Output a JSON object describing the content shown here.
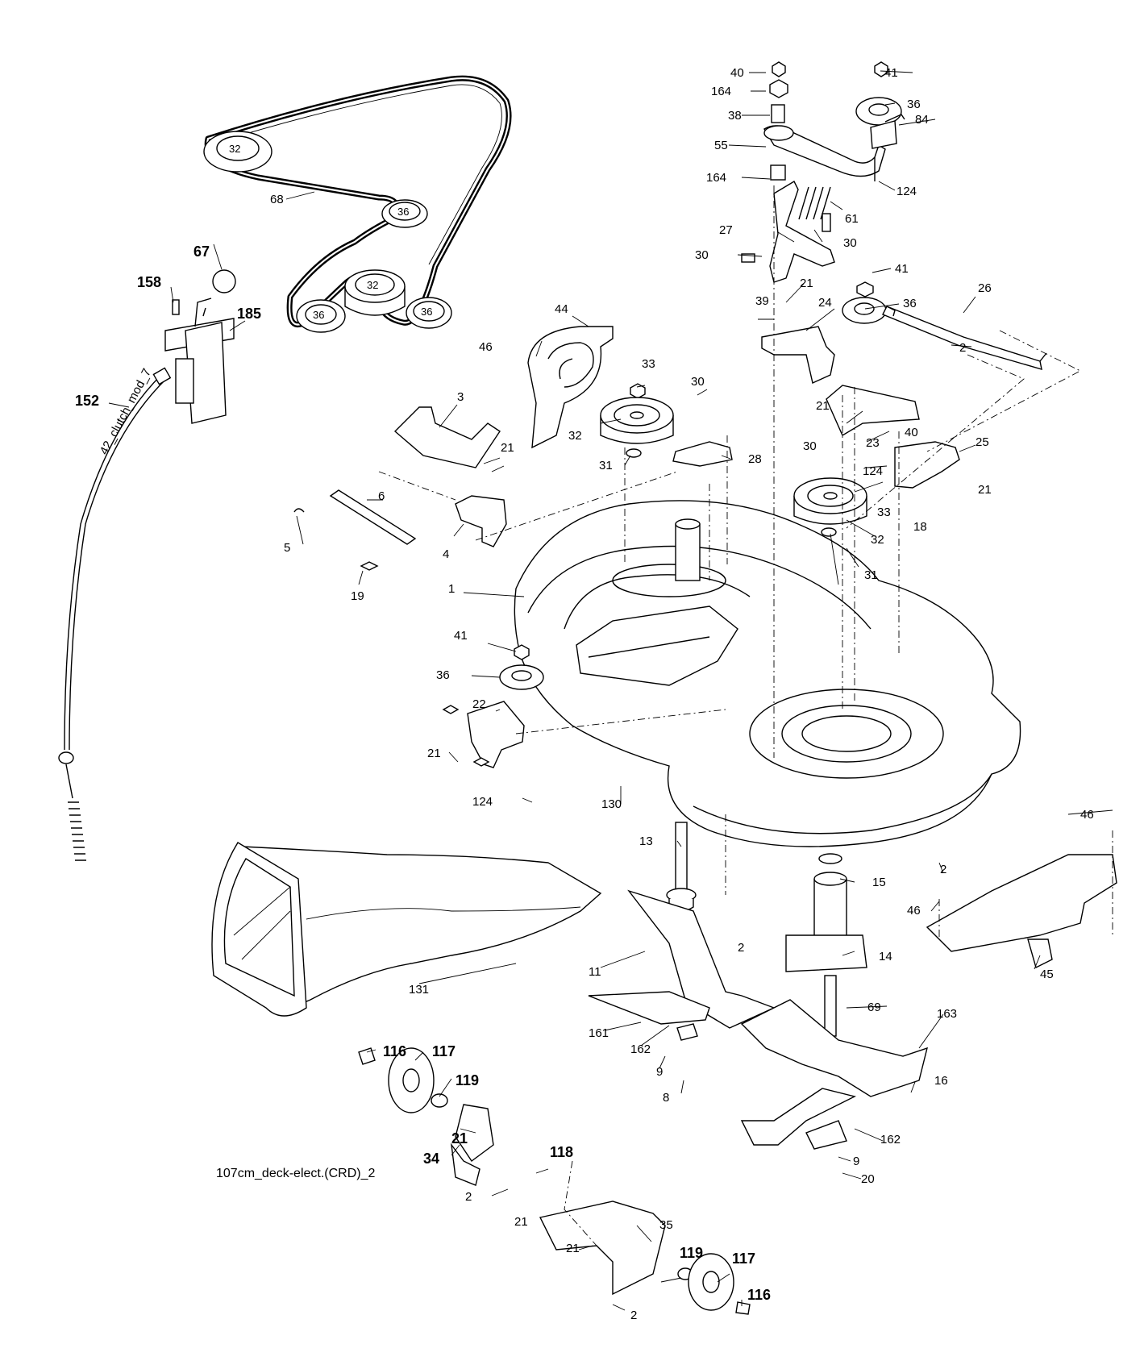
{
  "diagram": {
    "drawing_code": "107cm_deck-elect.(CRD)_2",
    "cable_code": "42_clutch_mod_7",
    "belt_pulley_labels": [
      "32",
      "36",
      "32",
      "36",
      "36"
    ],
    "callouts": [
      {
        "id": "c40a",
        "text": "40",
        "bold": false
      },
      {
        "id": "c41a",
        "text": "41",
        "bold": false
      },
      {
        "id": "c164a",
        "text": "164",
        "bold": false
      },
      {
        "id": "c36a",
        "text": "36",
        "bold": false
      },
      {
        "id": "c38",
        "text": "38",
        "bold": false
      },
      {
        "id": "c84",
        "text": "84",
        "bold": false
      },
      {
        "id": "c55",
        "text": "55",
        "bold": false
      },
      {
        "id": "c164b",
        "text": "164",
        "bold": false
      },
      {
        "id": "c124a",
        "text": "124",
        "bold": false
      },
      {
        "id": "c61",
        "text": "61",
        "bold": false
      },
      {
        "id": "c27",
        "text": "27",
        "bold": false
      },
      {
        "id": "c30a",
        "text": "30",
        "bold": false
      },
      {
        "id": "c30b",
        "text": "30",
        "bold": false
      },
      {
        "id": "c41b",
        "text": "41",
        "bold": false
      },
      {
        "id": "c21a",
        "text": "21",
        "bold": false
      },
      {
        "id": "c39",
        "text": "39",
        "bold": false
      },
      {
        "id": "c24",
        "text": "24",
        "bold": false
      },
      {
        "id": "c36b",
        "text": "36",
        "bold": false
      },
      {
        "id": "c26",
        "text": "26",
        "bold": false
      },
      {
        "id": "c2a",
        "text": "2",
        "bold": false
      },
      {
        "id": "c68",
        "text": "68",
        "bold": false
      },
      {
        "id": "c67",
        "text": "67",
        "bold": true
      },
      {
        "id": "c158",
        "text": "158",
        "bold": true
      },
      {
        "id": "c185",
        "text": "185",
        "bold": true
      },
      {
        "id": "c152",
        "text": "152",
        "bold": true
      },
      {
        "id": "c44",
        "text": "44",
        "bold": false
      },
      {
        "id": "c46a",
        "text": "46",
        "bold": false
      },
      {
        "id": "c33a",
        "text": "33",
        "bold": false
      },
      {
        "id": "c30c",
        "text": "30",
        "bold": false
      },
      {
        "id": "c32a",
        "text": "32",
        "bold": false
      },
      {
        "id": "c31a",
        "text": "31",
        "bold": false
      },
      {
        "id": "c28",
        "text": "28",
        "bold": false
      },
      {
        "id": "c3",
        "text": "3",
        "bold": false
      },
      {
        "id": "c21b",
        "text": "21",
        "bold": false
      },
      {
        "id": "c21c",
        "text": "21",
        "bold": false
      },
      {
        "id": "c23",
        "text": "23",
        "bold": false
      },
      {
        "id": "c40b",
        "text": "40",
        "bold": false
      },
      {
        "id": "c25",
        "text": "25",
        "bold": false
      },
      {
        "id": "c30d",
        "text": "30",
        "bold": false
      },
      {
        "id": "c124b",
        "text": "124",
        "bold": false
      },
      {
        "id": "c21d",
        "text": "21",
        "bold": false
      },
      {
        "id": "c33b",
        "text": "33",
        "bold": false
      },
      {
        "id": "c32b",
        "text": "32",
        "bold": false
      },
      {
        "id": "c18",
        "text": "18",
        "bold": false
      },
      {
        "id": "c31b",
        "text": "31",
        "bold": false
      },
      {
        "id": "c6",
        "text": "6",
        "bold": false
      },
      {
        "id": "c5",
        "text": "5",
        "bold": false
      },
      {
        "id": "c4",
        "text": "4",
        "bold": false
      },
      {
        "id": "c19",
        "text": "19",
        "bold": false
      },
      {
        "id": "c1",
        "text": "1",
        "bold": false
      },
      {
        "id": "c41c",
        "text": "41",
        "bold": false
      },
      {
        "id": "c36c",
        "text": "36",
        "bold": false
      },
      {
        "id": "c22",
        "text": "22",
        "bold": false
      },
      {
        "id": "c21e",
        "text": "21",
        "bold": false
      },
      {
        "id": "c124c",
        "text": "124",
        "bold": false
      },
      {
        "id": "c130",
        "text": "130",
        "bold": false
      },
      {
        "id": "c13",
        "text": "13",
        "bold": false
      },
      {
        "id": "c15",
        "text": "15",
        "bold": false
      },
      {
        "id": "c2b",
        "text": "2",
        "bold": false
      },
      {
        "id": "c46b",
        "text": "46",
        "bold": false
      },
      {
        "id": "c46c",
        "text": "46",
        "bold": false
      },
      {
        "id": "c2c",
        "text": "2",
        "bold": false
      },
      {
        "id": "c14",
        "text": "14",
        "bold": false
      },
      {
        "id": "c45",
        "text": "45",
        "bold": false
      },
      {
        "id": "c11",
        "text": "11",
        "bold": false
      },
      {
        "id": "c131",
        "text": "131",
        "bold": false
      },
      {
        "id": "c69",
        "text": "69",
        "bold": false
      },
      {
        "id": "c163",
        "text": "163",
        "bold": false
      },
      {
        "id": "c161",
        "text": "161",
        "bold": false
      },
      {
        "id": "c162a",
        "text": "162",
        "bold": false
      },
      {
        "id": "c9a",
        "text": "9",
        "bold": false
      },
      {
        "id": "c8",
        "text": "8",
        "bold": false
      },
      {
        "id": "c16",
        "text": "16",
        "bold": false
      },
      {
        "id": "c162b",
        "text": "162",
        "bold": false
      },
      {
        "id": "c9b",
        "text": "9",
        "bold": false
      },
      {
        "id": "c20",
        "text": "20",
        "bold": false
      },
      {
        "id": "c116a",
        "text": "116",
        "bold": true
      },
      {
        "id": "c117a",
        "text": "117",
        "bold": true
      },
      {
        "id": "c119a",
        "text": "119",
        "bold": true
      },
      {
        "id": "c21f",
        "text": "21",
        "bold": true
      },
      {
        "id": "c34",
        "text": "34",
        "bold": true
      },
      {
        "id": "c118",
        "text": "118",
        "bold": true
      },
      {
        "id": "c2d",
        "text": "2",
        "bold": false
      },
      {
        "id": "c21g",
        "text": "21",
        "bold": false
      },
      {
        "id": "c35",
        "text": "35",
        "bold": false
      },
      {
        "id": "c21h",
        "text": "21",
        "bold": false
      },
      {
        "id": "c119b",
        "text": "119",
        "bold": true
      },
      {
        "id": "c117b",
        "text": "117",
        "bold": true
      },
      {
        "id": "c116b",
        "text": "116",
        "bold": true
      },
      {
        "id": "c2e",
        "text": "2",
        "bold": false
      }
    ]
  }
}
